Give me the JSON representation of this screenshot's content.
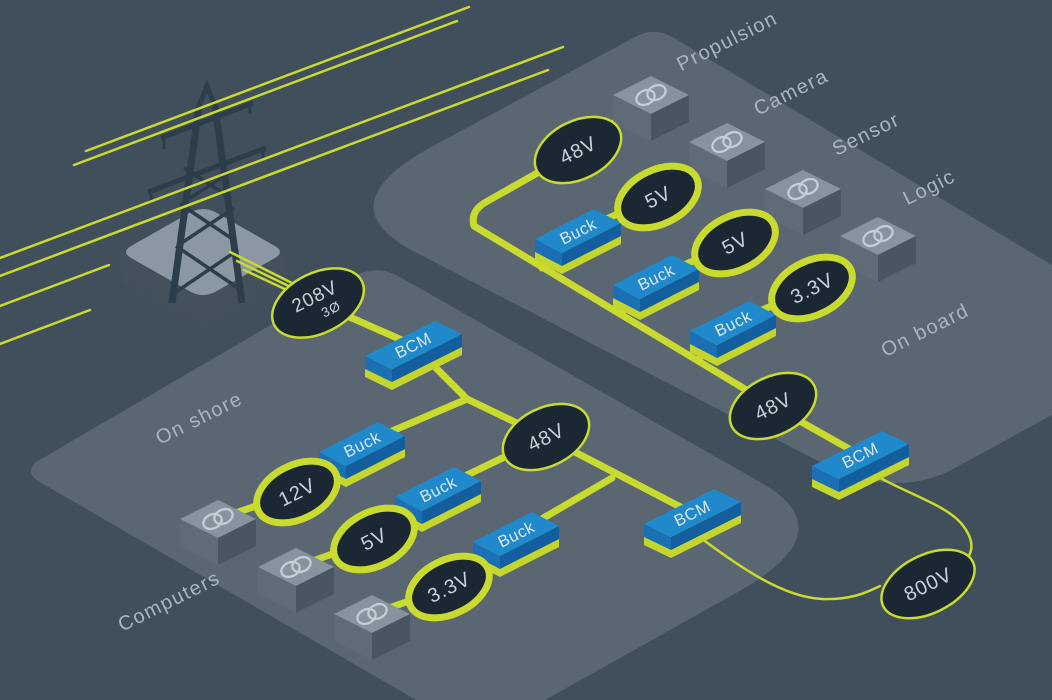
{
  "colors": {
    "background": "#414E5B",
    "platform": "#5A6671",
    "accent_lime": "#C9DB2F",
    "converter_blue": "#2089CB",
    "node_dark": "#1B2733",
    "cube_gray": "#87949F"
  },
  "sections": {
    "on_shore": "On shore",
    "on_board": "On board",
    "computers": "Computers"
  },
  "loads": {
    "propulsion": "Propulsion",
    "camera": "Camera",
    "sensor": "Sensor",
    "logic": "Logic"
  },
  "nodes": {
    "grid_voltage": "208V",
    "grid_phase": "3Ø",
    "shore_12v": "12V",
    "shore_5v": "5V",
    "shore_3v3": "3.3V",
    "shore_48v": "48V",
    "board_48v_top": "48V",
    "board_5v_1": "5V",
    "board_5v_2": "5V",
    "board_3v3": "3.3V",
    "board_48v_bottom": "48V",
    "link_800v": "800V"
  },
  "converters": {
    "bcm": "BCM",
    "buck": "Buck"
  }
}
